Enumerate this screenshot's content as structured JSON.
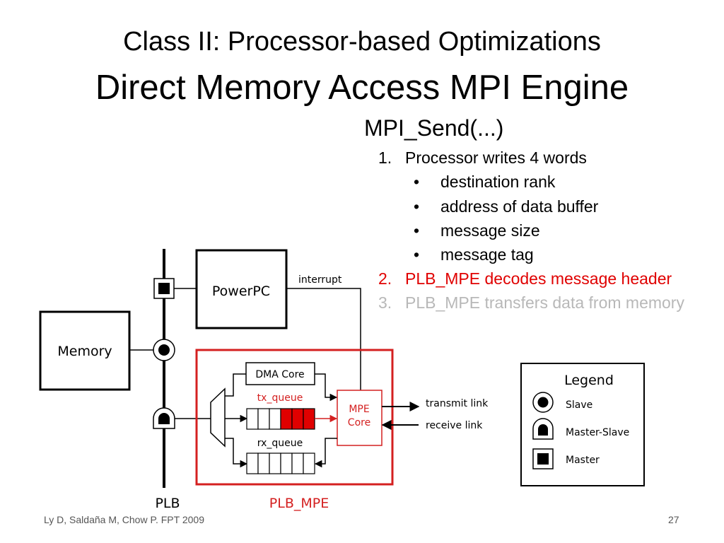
{
  "slide": {
    "title_line1": "Class II: Processor-based Optimizations",
    "title_line2": "Direct Memory Access MPI Engine"
  },
  "steps": {
    "heading": "MPI_Send(...)",
    "items": [
      {
        "number": "1.",
        "text": "Processor writes 4 words",
        "color": "#000000",
        "bullets": [
          "destination rank",
          "address of data buffer",
          "message size",
          "message tag"
        ]
      },
      {
        "number": "2.",
        "text": "PLB_MPE decodes message header",
        "color": "#e00000"
      },
      {
        "number": "3.",
        "text": "PLB_MPE transfers data from memory",
        "color": "#b8b8b8"
      }
    ]
  },
  "diagram": {
    "memory": "Memory",
    "powerpc": "PowerPC",
    "interrupt": "interrupt",
    "dma_core": "DMA Core",
    "tx_queue": "tx_queue",
    "rx_queue": "rx_queue",
    "mpe_core_line1": "MPE",
    "mpe_core_line2": "Core",
    "transmit_link": "transmit link",
    "receive_link": "receive link",
    "plb": "PLB",
    "plb_mpe": "PLB_MPE",
    "accent_color": "#d42020",
    "legend": {
      "title": "Legend",
      "items": [
        {
          "label": "Slave",
          "icon": "slave-circle-icon"
        },
        {
          "label": "Master-Slave",
          "icon": "master-slave-arch-icon"
        },
        {
          "label": "Master",
          "icon": "master-square-icon"
        }
      ]
    }
  },
  "footer": {
    "citation": "Ly D, Saldaña M, Chow P. FPT 2009",
    "page": "27"
  }
}
